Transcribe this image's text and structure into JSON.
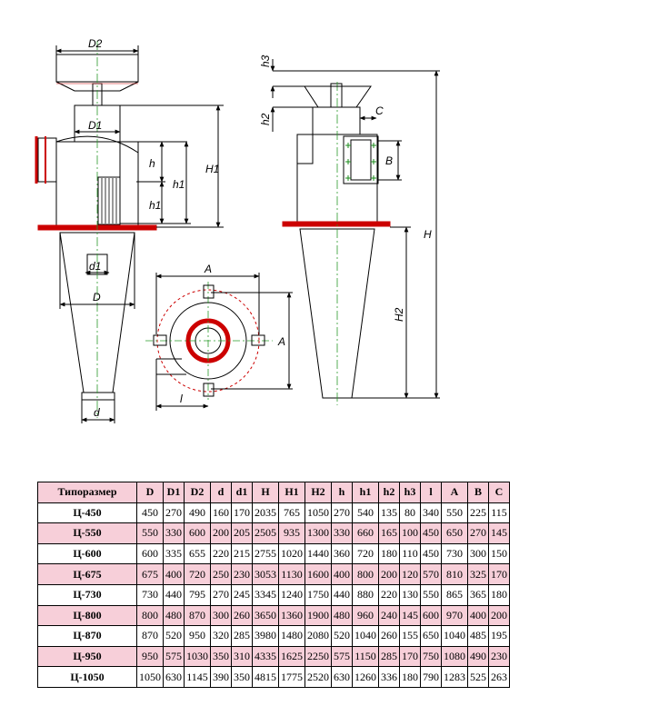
{
  "drawing": {
    "labels": {
      "D2": "D2",
      "D1": "D1",
      "h": "h",
      "h1_a": "h1",
      "h1_b": "h1",
      "H1": "H1",
      "d1": "d1",
      "D": "D",
      "d": "d",
      "A_top": "A",
      "A_side": "A",
      "l": "l",
      "h3": "h3",
      "h2_a": "h2",
      "C": "C",
      "B": "B",
      "H": "H",
      "H2": "H2"
    },
    "colors": {
      "line": "#000000",
      "flange": "#cc0000",
      "axis": "#2a9a2a",
      "bolt": "#1a8a1a"
    }
  },
  "table": {
    "headers": [
      "Типоразмер",
      "D",
      "D1",
      "D2",
      "d",
      "d1",
      "H",
      "H1",
      "H2",
      "h",
      "h1",
      "h2",
      "h3",
      "l",
      "A",
      "B",
      "C"
    ],
    "rows": [
      {
        "name": "Ц-450",
        "values": [
          "450",
          "270",
          "490",
          "160",
          "170",
          "2035",
          "765",
          "1050",
          "270",
          "540",
          "135",
          "80",
          "340",
          "550",
          "225",
          "115"
        ],
        "highlight": false
      },
      {
        "name": "Ц-550",
        "values": [
          "550",
          "330",
          "600",
          "200",
          "205",
          "2505",
          "935",
          "1300",
          "330",
          "660",
          "165",
          "100",
          "450",
          "650",
          "270",
          "145"
        ],
        "highlight": true
      },
      {
        "name": "Ц-600",
        "values": [
          "600",
          "335",
          "655",
          "220",
          "215",
          "2755",
          "1020",
          "1440",
          "360",
          "720",
          "180",
          "110",
          "450",
          "730",
          "300",
          "150"
        ],
        "highlight": false
      },
      {
        "name": "Ц-675",
        "values": [
          "675",
          "400",
          "720",
          "250",
          "230",
          "3053",
          "1130",
          "1600",
          "400",
          "800",
          "200",
          "120",
          "570",
          "810",
          "325",
          "170"
        ],
        "highlight": true
      },
      {
        "name": "Ц-730",
        "values": [
          "730",
          "440",
          "795",
          "270",
          "245",
          "3345",
          "1240",
          "1750",
          "440",
          "880",
          "220",
          "130",
          "550",
          "865",
          "365",
          "180"
        ],
        "highlight": false
      },
      {
        "name": "Ц-800",
        "values": [
          "800",
          "480",
          "870",
          "300",
          "260",
          "3650",
          "1360",
          "1900",
          "480",
          "960",
          "240",
          "145",
          "600",
          "970",
          "400",
          "200"
        ],
        "highlight": true
      },
      {
        "name": "Ц-870",
        "values": [
          "870",
          "520",
          "950",
          "320",
          "285",
          "3980",
          "1480",
          "2080",
          "520",
          "1040",
          "260",
          "155",
          "650",
          "1040",
          "485",
          "195"
        ],
        "highlight": false
      },
      {
        "name": "Ц-950",
        "values": [
          "950",
          "575",
          "1030",
          "350",
          "310",
          "4335",
          "1625",
          "2250",
          "575",
          "1150",
          "285",
          "170",
          "750",
          "1080",
          "490",
          "230"
        ],
        "highlight": true
      },
      {
        "name": "Ц-1050",
        "values": [
          "1050",
          "630",
          "1145",
          "390",
          "350",
          "4815",
          "1775",
          "2520",
          "630",
          "1260",
          "336",
          "180",
          "790",
          "1283",
          "525",
          "263"
        ],
        "highlight": false
      }
    ]
  }
}
